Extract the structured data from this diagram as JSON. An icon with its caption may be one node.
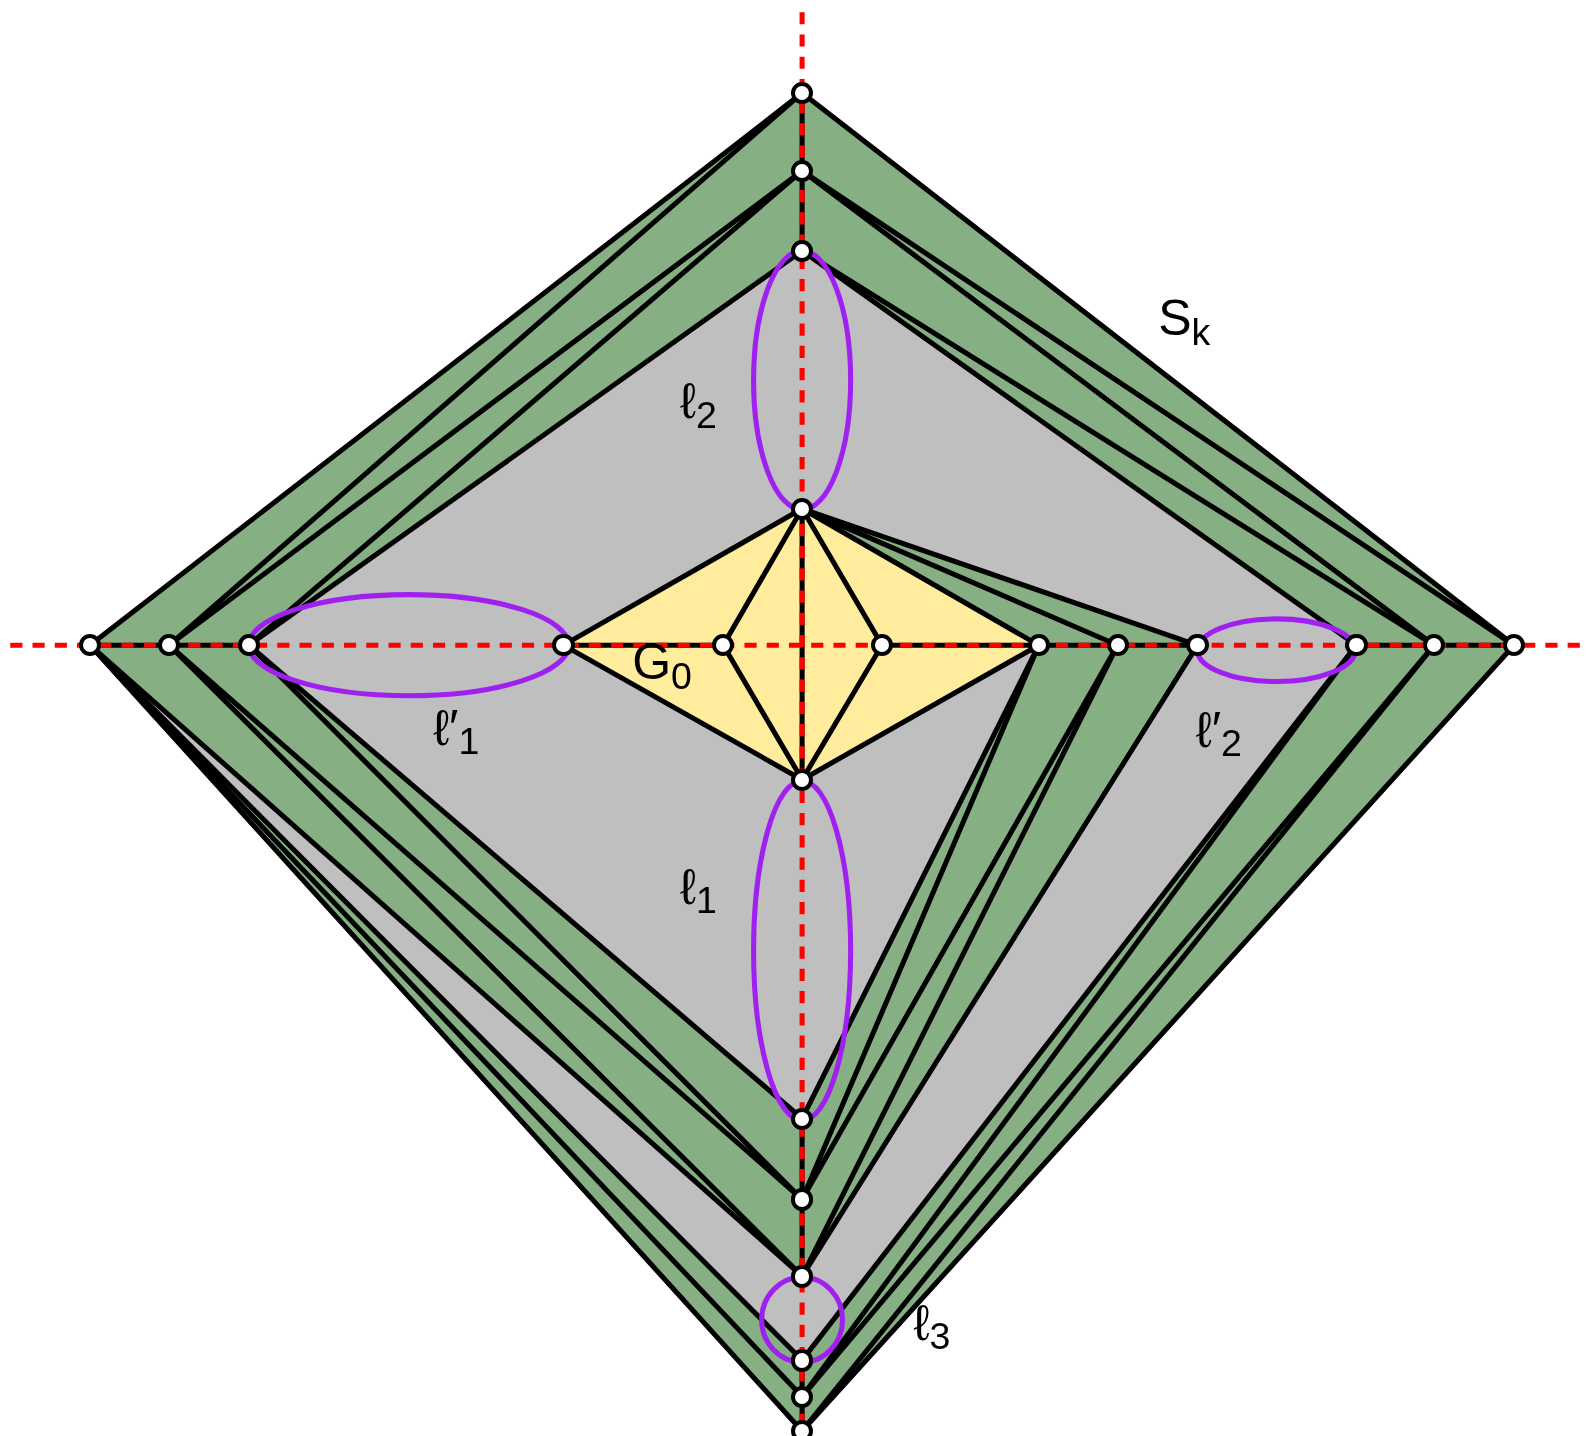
{
  "diagram": {
    "nodes": [
      {
        "text": [],
        "shape": "circle"
      },
      {
        "text": [],
        "shape": "circle"
      },
      {
        "text": [],
        "shape": "circle"
      },
      {
        "text": [],
        "shape": "circle"
      },
      {
        "text": [],
        "shape": "circle"
      },
      {
        "text": [],
        "shape": "circle"
      },
      {
        "text": [],
        "shape": "circle"
      },
      {
        "text": [],
        "shape": "circle"
      },
      {
        "text": [],
        "shape": "circle"
      },
      {
        "text": [],
        "shape": "circle"
      },
      {
        "text": [],
        "shape": "circle"
      },
      {
        "text": [],
        "shape": "circle"
      },
      {
        "text": [],
        "shape": "circle"
      },
      {
        "text": [],
        "shape": "circle"
      },
      {
        "text": [],
        "shape": "circle"
      },
      {
        "text": [],
        "shape": "circle"
      },
      {
        "text": [],
        "shape": "circle"
      },
      {
        "text": [],
        "shape": "circle"
      },
      {
        "text": [],
        "shape": "circle"
      },
      {
        "text": [],
        "shape": "circle"
      },
      {
        "text": [],
        "shape": "circle"
      },
      {
        "text": [],
        "shape": "circle"
      },
      {
        "text": [],
        "shape": "circle"
      }
    ],
    "edges": [
      {
        "from": 0,
        "to": 1,
        "arrow": "none"
      },
      {
        "from": 1,
        "to": 2,
        "arrow": "none"
      },
      {
        "from": 3,
        "to": 16,
        "arrow": "none"
      },
      {
        "from": 17,
        "to": 18,
        "arrow": "none"
      },
      {
        "from": 18,
        "to": 19,
        "arrow": "none"
      },
      {
        "from": 20,
        "to": 21,
        "arrow": "none"
      },
      {
        "from": 21,
        "to": 22,
        "arrow": "none"
      },
      {
        "from": 4,
        "to": 5,
        "arrow": "none"
      },
      {
        "from": 5,
        "to": 6,
        "arrow": "none"
      },
      {
        "from": 7,
        "to": 8,
        "arrow": "none"
      },
      {
        "from": 9,
        "to": 10,
        "arrow": "none"
      },
      {
        "from": 10,
        "to": 11,
        "arrow": "none"
      },
      {
        "from": 11,
        "to": 12,
        "arrow": "none"
      },
      {
        "from": 13,
        "to": 14,
        "arrow": "none"
      },
      {
        "from": 14,
        "to": 15,
        "arrow": "none"
      },
      {
        "from": 3,
        "to": 7,
        "arrow": "none"
      },
      {
        "from": 7,
        "to": 16,
        "arrow": "none"
      },
      {
        "from": 3,
        "to": 10,
        "arrow": "none"
      },
      {
        "from": 10,
        "to": 16,
        "arrow": "none"
      },
      {
        "from": 3,
        "to": 8,
        "arrow": "none"
      },
      {
        "from": 8,
        "to": 16,
        "arrow": "none"
      },
      {
        "from": 3,
        "to": 9,
        "arrow": "none"
      },
      {
        "from": 9,
        "to": 16,
        "arrow": "none"
      },
      {
        "from": 0,
        "to": 4,
        "arrow": "none"
      },
      {
        "from": 4,
        "to": 22,
        "arrow": "none"
      },
      {
        "from": 0,
        "to": 15,
        "arrow": "none"
      },
      {
        "from": 15,
        "to": 22,
        "arrow": "none"
      },
      {
        "from": 0,
        "to": 5,
        "arrow": "none"
      },
      {
        "from": 1,
        "to": 5,
        "arrow": "none"
      },
      {
        "from": 1,
        "to": 6,
        "arrow": "none"
      },
      {
        "from": 2,
        "to": 6,
        "arrow": "none"
      },
      {
        "from": 1,
        "to": 15,
        "arrow": "none"
      },
      {
        "from": 1,
        "to": 14,
        "arrow": "none"
      },
      {
        "from": 2,
        "to": 14,
        "arrow": "none"
      },
      {
        "from": 2,
        "to": 13,
        "arrow": "none"
      },
      {
        "from": 3,
        "to": 11,
        "arrow": "none"
      },
      {
        "from": 3,
        "to": 12,
        "arrow": "none"
      },
      {
        "from": 10,
        "to": 17,
        "arrow": "none"
      },
      {
        "from": 10,
        "to": 18,
        "arrow": "none"
      },
      {
        "from": 11,
        "to": 18,
        "arrow": "none"
      },
      {
        "from": 11,
        "to": 19,
        "arrow": "none"
      },
      {
        "from": 12,
        "to": 19,
        "arrow": "none"
      },
      {
        "from": 13,
        "to": 20,
        "arrow": "none"
      },
      {
        "from": 13,
        "to": 21,
        "arrow": "none"
      },
      {
        "from": 14,
        "to": 21,
        "arrow": "none"
      },
      {
        "from": 14,
        "to": 22,
        "arrow": "none"
      },
      {
        "from": 6,
        "to": 17,
        "arrow": "none"
      },
      {
        "from": 6,
        "to": 18,
        "arrow": "none"
      },
      {
        "from": 5,
        "to": 18,
        "arrow": "none"
      },
      {
        "from": 5,
        "to": 19,
        "arrow": "none"
      },
      {
        "from": 4,
        "to": 19,
        "arrow": "none"
      },
      {
        "from": 4,
        "to": 20,
        "arrow": "none"
      },
      {
        "from": 4,
        "to": 21,
        "arrow": "none"
      }
    ],
    "labels": [
      "S$_{k}$",
      "ℓ$_{2}$",
      "G$_{0}$",
      "ℓ′$_{1}$",
      "ℓ′$_{2}$",
      "ℓ$_{1}$",
      "ℓ$_{3}$"
    ]
  }
}
